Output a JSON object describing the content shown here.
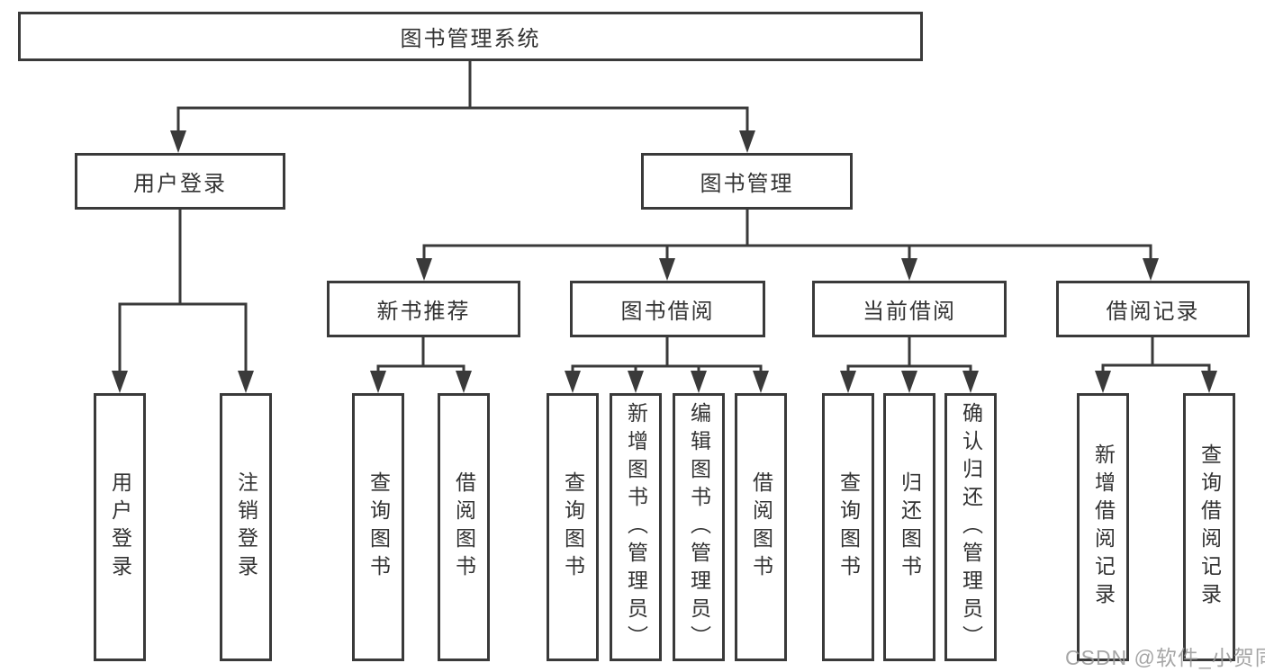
{
  "tree": {
    "root": {
      "label": "图书管理系统",
      "children": [
        {
          "label": "用户登录",
          "children": [
            {
              "label": "用户登录"
            },
            {
              "label": "注销登录"
            }
          ]
        },
        {
          "label": "图书管理",
          "children": [
            {
              "label": "新书推荐",
              "children": [
                {
                  "label": "查询图书"
                },
                {
                  "label": "借阅图书"
                }
              ]
            },
            {
              "label": "图书借阅",
              "children": [
                {
                  "label": "查询图书"
                },
                {
                  "label": "新增图书（管理员）"
                },
                {
                  "label": "编辑图书（管理员）"
                },
                {
                  "label": "借阅图书"
                }
              ]
            },
            {
              "label": "当前借阅",
              "children": [
                {
                  "label": "查询图书"
                },
                {
                  "label": "归还图书"
                },
                {
                  "label": "确认归还（管理员）"
                }
              ]
            },
            {
              "label": "借阅记录",
              "children": [
                {
                  "label": "新增借阅记录"
                },
                {
                  "label": "查询借阅记录"
                }
              ]
            }
          ]
        }
      ]
    }
  },
  "watermark": {
    "text": "CSDN @软件_小贺同学"
  },
  "colors": {
    "line": "#3a3a3a",
    "border": "#3a3a3a",
    "text": "#333333",
    "background": "#ffffff",
    "watermark": "#969696"
  }
}
